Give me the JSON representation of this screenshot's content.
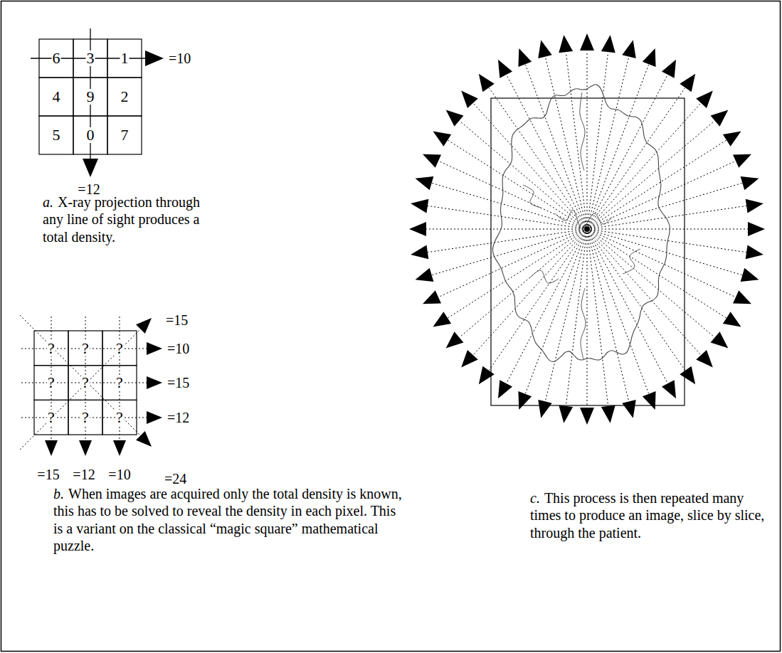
{
  "diagram": {
    "labels": [
      "6",
      "3",
      "1",
      "4",
      "9",
      "2",
      "5",
      "0",
      "7",
      "=10",
      "=12",
      "a.",
      "X-ray projection through any line of sight produces a total density.",
      "?",
      "?",
      "?",
      "?",
      "?",
      "?",
      "?",
      "?",
      "?",
      "=15",
      "=10",
      "=15",
      "=12",
      "=24",
      "=15",
      "=12",
      "=10",
      "b.",
      "When images are acquired only the total density is known, this has to be solved to reveal the density in each pixel.  This is a variant on the classical “magic square” mathematical puzzle.",
      "c.",
      "This process is then repeated many times to produce an image, slice by slice, through the patient."
    ]
  }
}
